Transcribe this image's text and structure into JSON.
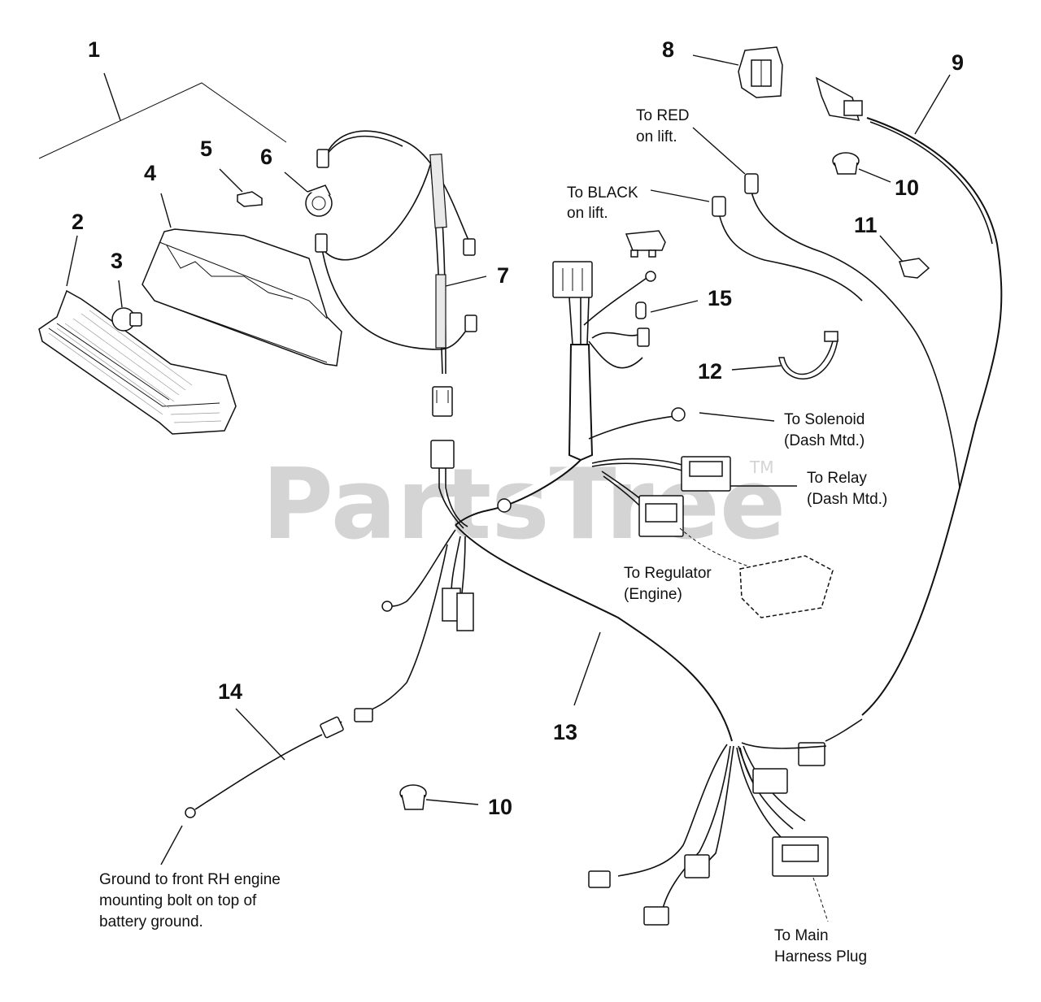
{
  "watermark": {
    "text": "PartsTree",
    "trademark": "TM"
  },
  "callouts": {
    "c1": "1",
    "c2": "2",
    "c3": "3",
    "c4": "4",
    "c5": "5",
    "c6": "6",
    "c7": "7",
    "c8": "8",
    "c9": "9",
    "c10a": "10",
    "c10b": "10",
    "c11": "11",
    "c12": "12",
    "c13": "13",
    "c14": "14",
    "c15": "15"
  },
  "notes": {
    "red_line1": "To RED",
    "red_line2": "on lift.",
    "black_line1": "To BLACK",
    "black_line2": "on lift.",
    "solenoid_line1": "To Solenoid",
    "solenoid_line2": "(Dash Mtd.)",
    "relay_line1": "To Relay",
    "relay_line2": "(Dash Mtd.)",
    "regulator_line1": "To Regulator",
    "regulator_line2": "(Engine)",
    "ground_line1": "Ground to front RH engine",
    "ground_line2": "mounting bolt on top of",
    "ground_line3": "battery ground.",
    "main_line1": "To Main",
    "main_line2": "Harness Plug"
  }
}
